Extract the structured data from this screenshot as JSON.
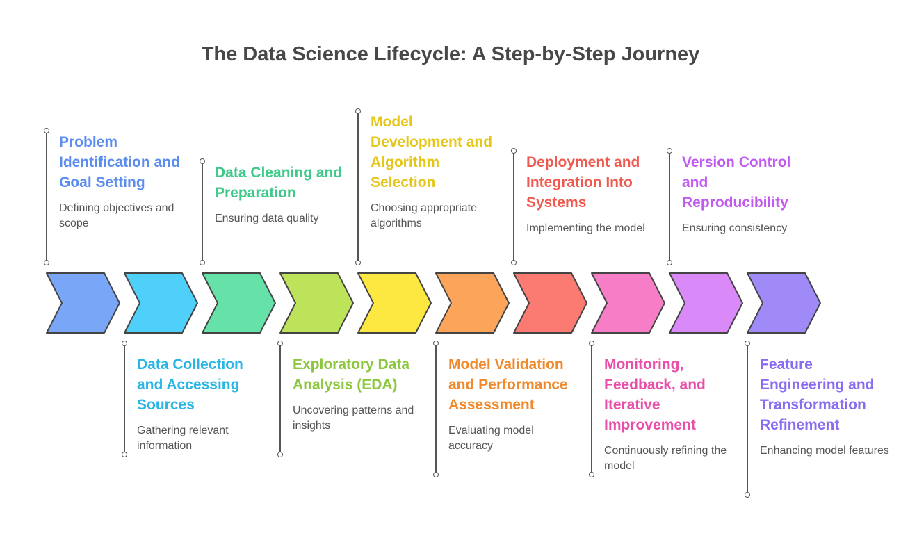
{
  "title": "The Data Science Lifecycle: A Step-by-Step Journey",
  "steps": [
    {
      "title": "Problem Identification and Goal Setting",
      "desc": "Defining objectives and scope",
      "color": "#5b8def",
      "fill": "#7aa6f7"
    },
    {
      "title": "Data Collection and Accessing Sources",
      "desc": "Gathering relevant information",
      "color": "#2bb5e5",
      "fill": "#4fd0fa"
    },
    {
      "title": "Data Cleaning and Preparation",
      "desc": "Ensuring data quality",
      "color": "#3fc98a",
      "fill": "#66e2a8"
    },
    {
      "title": "Exploratory Data Analysis (EDA)",
      "desc": "Uncovering patterns and insights",
      "color": "#8dc63f",
      "fill": "#bde35a"
    },
    {
      "title": "Model Development and Algorithm Selection",
      "desc": "Choosing appropriate algorithms",
      "color": "#e5c619",
      "fill": "#fde741"
    },
    {
      "title": "Model Validation and Performance Assessment",
      "desc": "Evaluating model accuracy",
      "color": "#f08a2c",
      "fill": "#fca55a"
    },
    {
      "title": "Deployment and Integration Into Systems",
      "desc": "Implementing the model",
      "color": "#ef5a50",
      "fill": "#fb7a72"
    },
    {
      "title": "Monitoring, Feedback, and Iterative Improvement",
      "desc": "Continuously refining the model",
      "color": "#e84fa8",
      "fill": "#f77dc6"
    },
    {
      "title": "Version Control and Reproducibility",
      "desc": "Ensuring consistency",
      "color": "#c259f0",
      "fill": "#d98af8"
    },
    {
      "title": "Feature Engineering and Transformation Refinement",
      "desc": "Enhancing model features",
      "color": "#8a6cf0",
      "fill": "#a08af8"
    }
  ]
}
